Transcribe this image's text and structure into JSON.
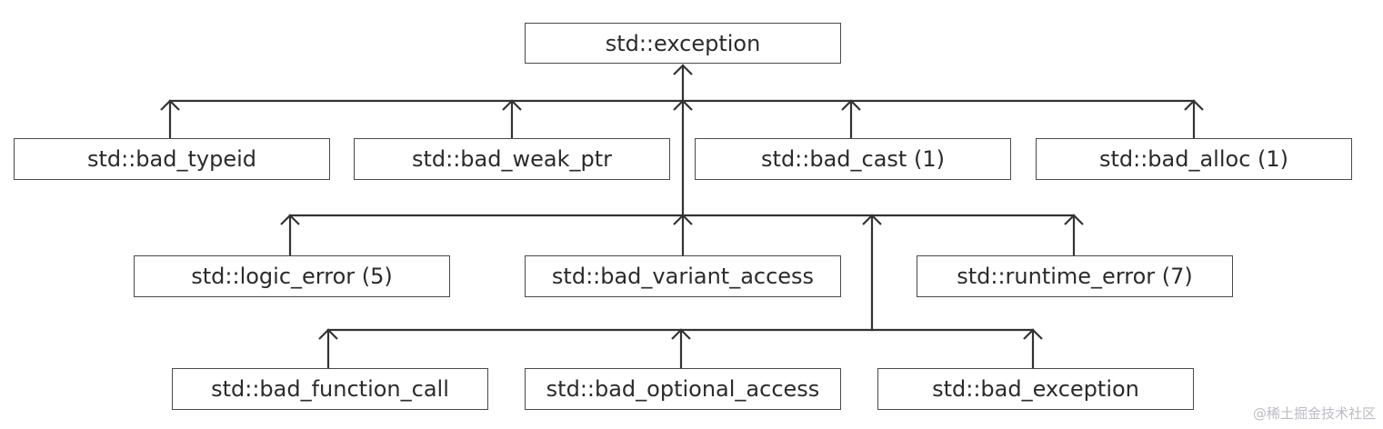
{
  "nodes": {
    "exception": "std::exception",
    "bad_typeid": "std::bad_typeid",
    "bad_weak_ptr": "std::bad_weak_ptr",
    "bad_cast": "std::bad_cast (1)",
    "bad_alloc": "std::bad_alloc (1)",
    "logic_error": "std::logic_error (5)",
    "bad_variant_access": "std::bad_variant_access",
    "runtime_error": "std::runtime_error (7)",
    "bad_function_call": "std::bad_function_call",
    "bad_optional_access": "std::bad_optional_access",
    "bad_exception": "std::bad_exception"
  },
  "watermark": "@稀土掘金技术社区"
}
